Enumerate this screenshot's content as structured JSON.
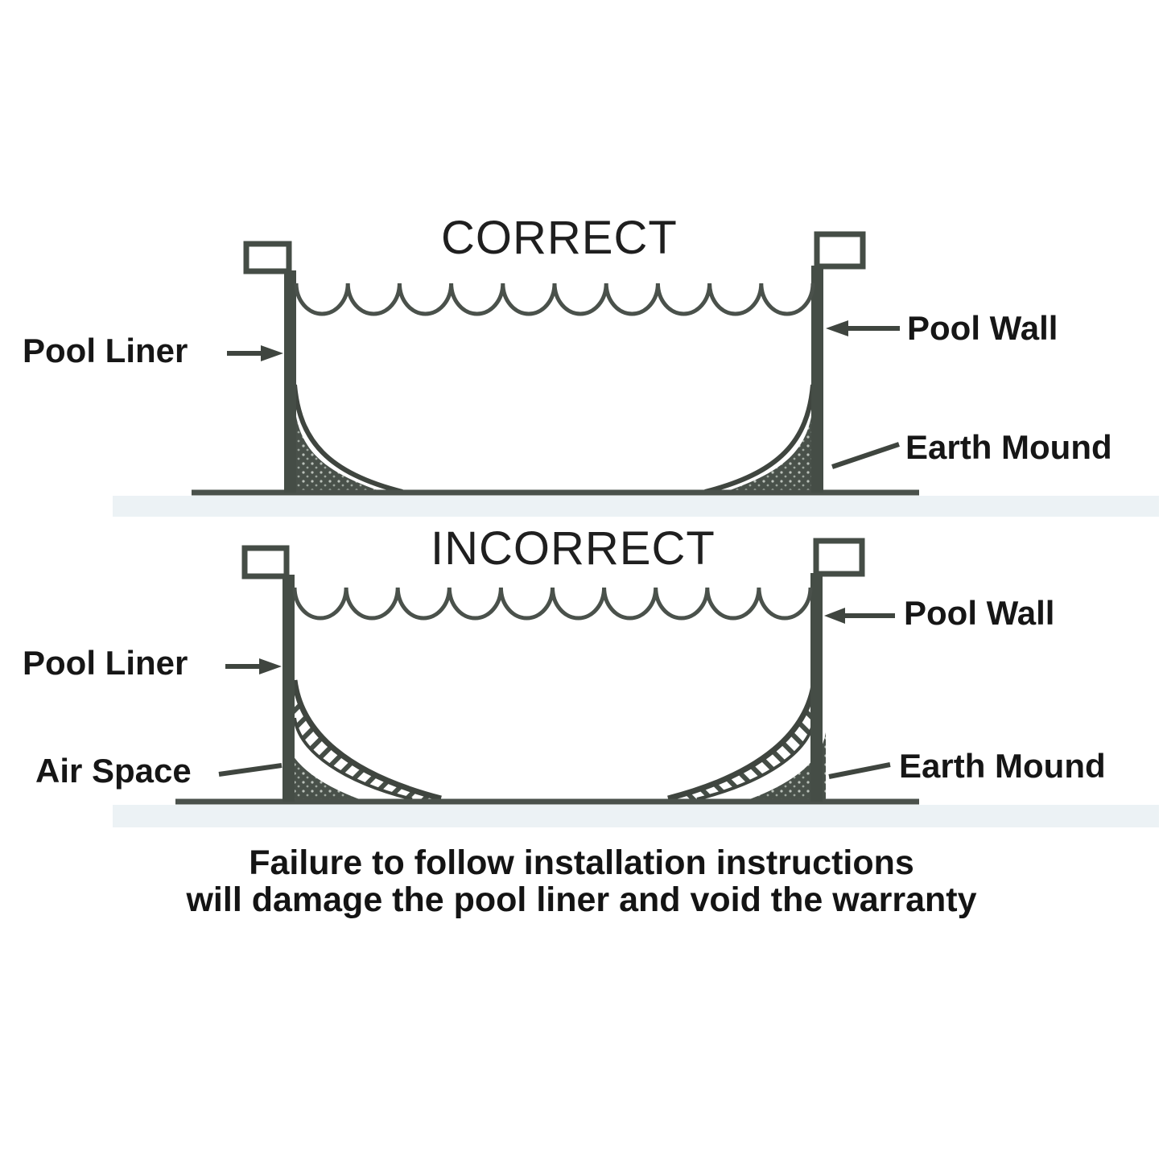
{
  "diagrams": {
    "correct": {
      "title": "CORRECT",
      "labels": {
        "pool_liner": "Pool Liner",
        "pool_wall": "Pool Wall",
        "earth_mound": "Earth Mound"
      }
    },
    "incorrect": {
      "title": "INCORRECT",
      "labels": {
        "pool_liner": "Pool Liner",
        "air_space": "Air Space",
        "pool_wall": "Pool Wall",
        "earth_mound": "Earth Mound"
      }
    }
  },
  "caption": {
    "line1": "Failure to follow installation instructions",
    "line2": "will damage the pool liner and void the warranty"
  },
  "colors": {
    "ink": "#3f453f",
    "wall": "#454d46",
    "text": "#161616",
    "background": "#ffffff",
    "ground_tint": "#d9e6ec"
  }
}
